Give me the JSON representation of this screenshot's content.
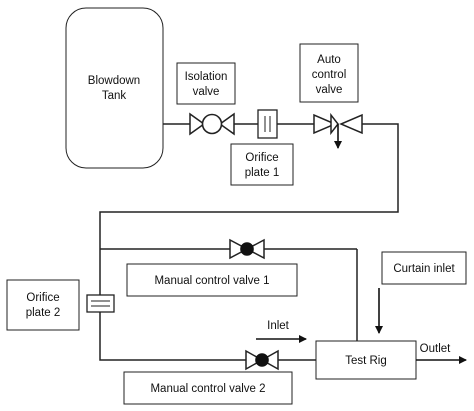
{
  "labels": {
    "blowdown_tank_1": "Blowdown",
    "blowdown_tank_2": "Tank",
    "isolation_valve_1": "Isolation",
    "isolation_valve_2": "valve",
    "auto_control_valve_1": "Auto",
    "auto_control_valve_2": "control",
    "auto_control_valve_3": "valve",
    "orifice_plate_1_line1": "Orifice",
    "orifice_plate_1_line2": "plate 1",
    "manual_control_valve_1": "Manual control valve 1",
    "curtain_inlet": "Curtain inlet",
    "orifice_plate_2_line1": "Orifice",
    "orifice_plate_2_line2": "plate 2",
    "inlet": "Inlet",
    "test_rig": "Test Rig",
    "outlet": "Outlet",
    "manual_control_valve_2": "Manual control valve 2"
  },
  "colors": {
    "line": "#222222",
    "background": "#ffffff",
    "valve_fill": "#111111"
  }
}
